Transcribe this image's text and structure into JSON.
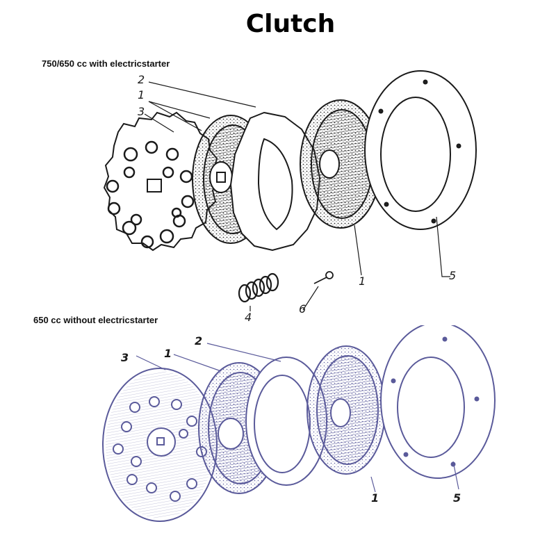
{
  "title": "Clutch",
  "sections": [
    {
      "label": "750/650 cc with electricstarter",
      "callouts": [
        "2",
        "1",
        "3",
        "1",
        "5",
        "4",
        "6"
      ]
    },
    {
      "label": "650 cc without electricstarter",
      "callouts": [
        "3",
        "1",
        "2",
        "1",
        "5"
      ]
    }
  ],
  "colors": {
    "top_ink": "#1a1a1a",
    "bottom_ink": "#5a5a9a"
  }
}
